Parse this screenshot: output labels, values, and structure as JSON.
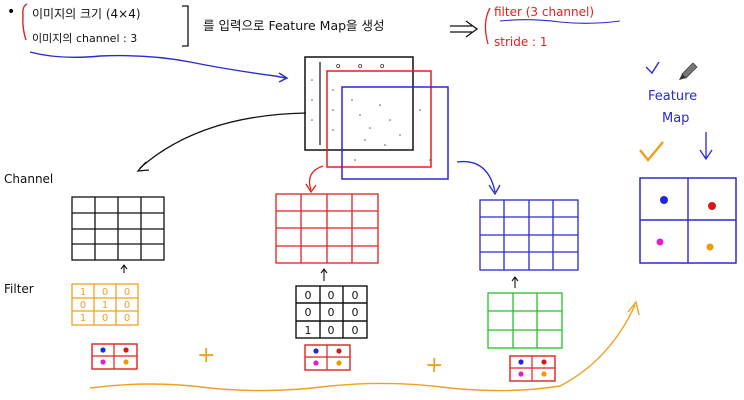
{
  "header": {
    "bullet": "•",
    "line1": "이미지의 크기 (4×4)",
    "line2": "이미지의 channel : 3",
    "middle": "를 입력으로 Feature Map을 생성",
    "filter": "filter (3 channel)",
    "stride": "stride : 1"
  },
  "labels": {
    "channel": "Channel",
    "filter": "Filter",
    "feature": "Feature",
    "map": "Map"
  },
  "plus": [
    "+",
    "+"
  ],
  "filter_black_cells": [
    "0",
    "0",
    "0",
    "0",
    "0",
    "0",
    "1",
    "0",
    "0"
  ],
  "filter_orange_cells": [
    "1",
    "0",
    "0",
    "0",
    "1",
    "0",
    "1",
    "0",
    "0"
  ],
  "colors": {
    "black": "#111111",
    "red": "#e02020",
    "blue": "#2a2ad0",
    "green": "#22c422",
    "orange": "#f0a020",
    "dot_blue": "#1a2ae0",
    "dot_red": "#d81818",
    "dot_magenta": "#e020d0",
    "dot_orange": "#f09a00"
  }
}
